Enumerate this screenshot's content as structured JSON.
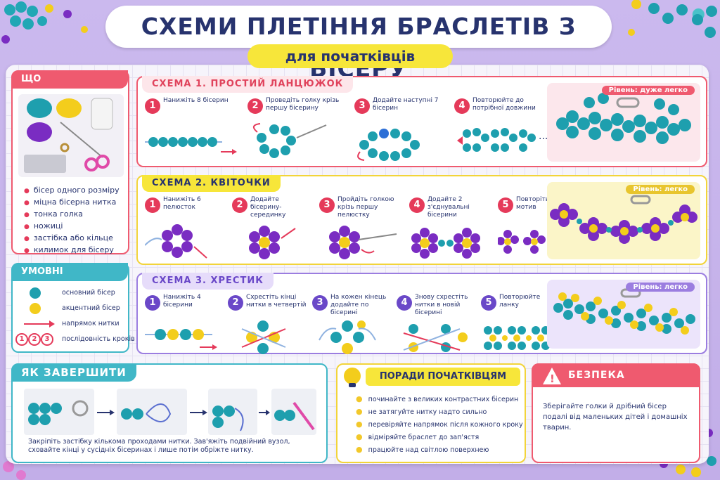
{
  "title": "СХЕМИ ПЛЕТІННЯ БРАСЛЕТІВ З БІСЕРУ",
  "subtitle": "для початківців",
  "colors": {
    "teal": "#1e9fae",
    "yellow": "#f3cd1c",
    "purple": "#7a2cc2",
    "red": "#e53a5a",
    "navy": "#27336e"
  },
  "needs": {
    "title": "ЩО ЗНАДОБИТЬСЯ",
    "items": [
      "бісер одного розміру",
      "міцна бісерна нитка",
      "тонка голка",
      "ножиці",
      "застібка або кільце",
      "килимок для бісеру"
    ]
  },
  "legend": {
    "title": "УМОВНІ ПОЗНАЧЕННЯ",
    "rows": [
      {
        "icon": "teal-bead-icon",
        "label": "основний бісер"
      },
      {
        "icon": "yellow-bead-icon",
        "label": "акцентний бісер"
      },
      {
        "icon": "red-arrow-icon",
        "label": "напрямок нитки"
      },
      {
        "icon": "step-numbers-icon",
        "label": "послідовність кроків",
        "nums": [
          "1",
          "2",
          "3"
        ]
      }
    ]
  },
  "scheme1": {
    "title": "СХЕМА 1. ПРОСТИЙ ЛАНЦЮЖОК",
    "level": "Рівень: дуже легко",
    "steps": [
      {
        "n": "1",
        "text": "Нанижіть 8 бісерин"
      },
      {
        "n": "2",
        "text": "Проведіть голку крізь першу бісерину"
      },
      {
        "n": "3",
        "text": "Додайте наступні 7 бісерин"
      },
      {
        "n": "4",
        "text": "Повторюйте до потрібної довжини"
      }
    ]
  },
  "scheme2": {
    "title": "СХЕМА 2.  КВІТОЧКИ",
    "level": "Рівень: легко",
    "steps": [
      {
        "n": "1",
        "text": "Нанижіть 6 пелюсток"
      },
      {
        "n": "2",
        "text": "Додайте бісерину-серединку"
      },
      {
        "n": "3",
        "text": "Пройдіть голкою крізь першу пелюстку"
      },
      {
        "n": "4",
        "text": "Додайте 2 з'єднувальні бісерини"
      },
      {
        "n": "5",
        "text": "Повторіть мотив"
      }
    ]
  },
  "scheme3": {
    "title": "СХЕМА 3. ХРЕСТИК",
    "level": "Рівень: легко",
    "steps": [
      {
        "n": "1",
        "text": "Нанижіть 4 бісерини"
      },
      {
        "n": "2",
        "text": "Схрестіть кінці нитки в четвертій"
      },
      {
        "n": "3",
        "text": "На кожен кінець додайте по бісерині"
      },
      {
        "n": "4",
        "text": "Знову схрестіть нитки в новій бісерині"
      },
      {
        "n": "5",
        "text": "Повторюйте ланку"
      }
    ]
  },
  "finish": {
    "title": "ЯК  ЗАВЕРШИТИ",
    "text": "Закріпіть застібку кількома проходами нитки. Зав'яжіть подвійний вузол, сховайте кінці у сусідніх бісеринах і лише потім обріжте нитку."
  },
  "tips": {
    "title": "ПОРАДИ ПОЧАТКІВЦЯМ",
    "items": [
      "починайте з великих контрастних бісерин",
      "не затягуйте нитку надто сильно",
      "перевіряйте напрямок після кожного кроку",
      "відміряйте браслет до зап'ястя",
      "працюйте над світлою поверхнею"
    ]
  },
  "safety": {
    "title": "БЕЗПЕКА",
    "text": "Зберігайте голки й дрібний бісер подалі від маленьких дітей і домашніх тварин."
  }
}
